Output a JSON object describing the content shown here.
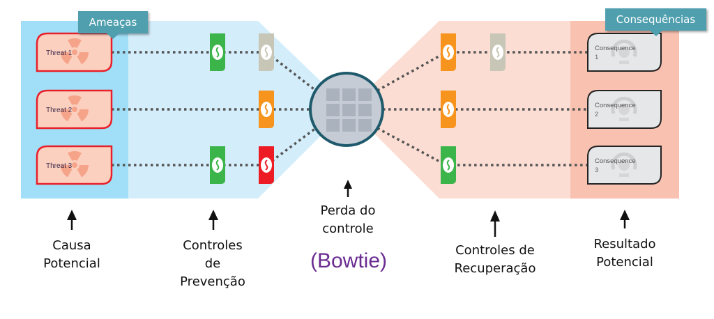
{
  "callouts": {
    "threats": "Ameaças",
    "consequences": "Consequências"
  },
  "threats": [
    {
      "label": "Threat 1"
    },
    {
      "label": "Threat 2"
    },
    {
      "label": "Threat 3"
    }
  ],
  "consequences": [
    {
      "label": "Consequence",
      "number": "1"
    },
    {
      "label": "Consequence",
      "number": "2"
    },
    {
      "label": "Consequence",
      "number": "3"
    }
  ],
  "prevention_controls": [
    [
      "green",
      "gray"
    ],
    [
      "orange"
    ],
    [
      "green",
      "red"
    ]
  ],
  "recovery_controls": [
    [
      "orange",
      "gray"
    ],
    [
      "orange"
    ],
    [
      "green"
    ]
  ],
  "colors": {
    "green": "#3bb54a",
    "gray": "#c8c6b6",
    "orange": "#f7941d",
    "red": "#ed1c24",
    "threat_zone": "#a0dff7",
    "prevention_zone": "#d3edfa",
    "recovery_zone": "#fbddd3",
    "consequence_zone": "#f9c1b0",
    "hub_fill": "#c6ccd6",
    "hub_stroke": "#1e5a6b",
    "threat_fill": "#fcd0bf",
    "threat_stroke": "#e8202a",
    "consequence_fill": "#e6e7e8",
    "consequence_stroke": "#222222",
    "callout": "#4f9fae",
    "bowtie_text": "#6a2c91"
  },
  "labels": {
    "causa": [
      "Causa",
      "Potencial"
    ],
    "prevencao": [
      "Controles",
      "de",
      "Prevenção"
    ],
    "perda": [
      "Perda do",
      "controle"
    ],
    "bowtie": "(Bowtie)",
    "recuperacao": [
      "Controles de",
      "Recuperação"
    ],
    "resultado": [
      "Resultado",
      "Potencial"
    ]
  }
}
